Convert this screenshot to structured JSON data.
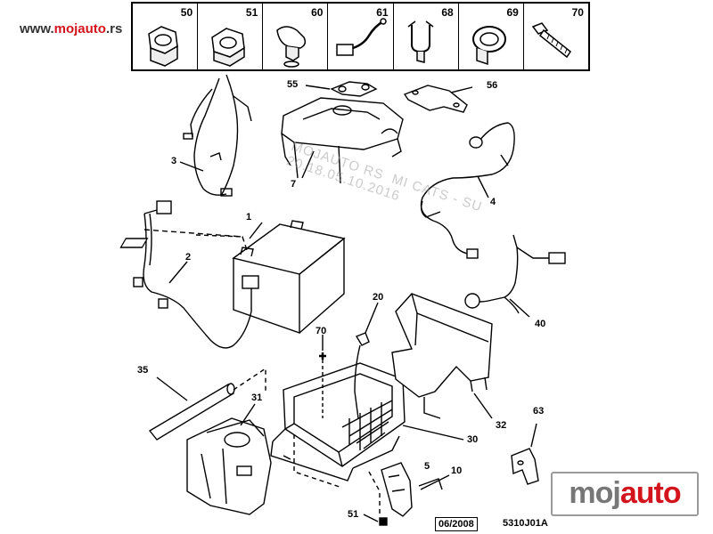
{
  "site": {
    "prefix": "www.",
    "brand": "mojauto",
    "suffix": ".rs"
  },
  "thumbnails": [
    {
      "label": "50",
      "icon": "nut-icon"
    },
    {
      "label": "51",
      "icon": "nut-icon"
    },
    {
      "label": "60",
      "icon": "clip-icon"
    },
    {
      "label": "61",
      "icon": "cable-icon"
    },
    {
      "label": "68",
      "icon": "clip-icon"
    },
    {
      "label": "69",
      "icon": "clamp-icon"
    },
    {
      "label": "70",
      "icon": "bolt-icon"
    }
  ],
  "callouts": {
    "c55": "55",
    "c56": "56",
    "c3": "3",
    "c7": "7",
    "c4": "4",
    "c1": "1",
    "c2": "2",
    "c40": "40",
    "c20": "20",
    "c70": "70",
    "c35": "35",
    "c31": "31",
    "c32": "32",
    "c63": "63",
    "c30": "30",
    "c5": "5",
    "c10": "10",
    "c51": "51"
  },
  "watermark": {
    "line1": "MOJAUTO RS  MI CATS - SU",
    "line2": "20.18.05.10.2016"
  },
  "footer": {
    "date": "06/2008",
    "ref": "5310J01A"
  },
  "logo": {
    "part1": "moj",
    "part2": "auto"
  },
  "colors": {
    "line": "#000000",
    "brand": "#d4141c",
    "logo_grey": "#777777"
  }
}
